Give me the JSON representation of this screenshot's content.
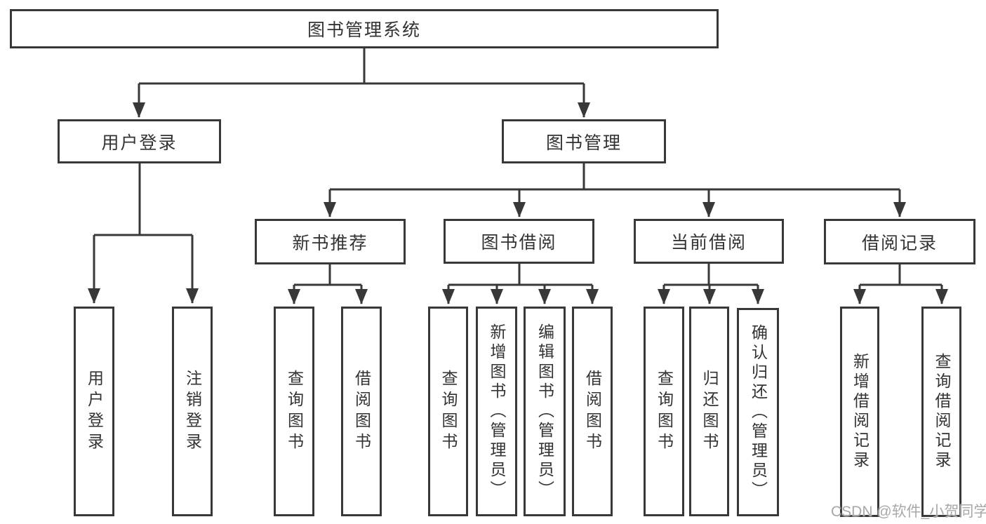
{
  "diagram": {
    "title": "图书管理系统",
    "watermark": "CSDN @软件_小贺同学",
    "colors": {
      "line": "#383838",
      "text": "#333333",
      "background": "#ffffff",
      "watermark": "#a8a8a8"
    },
    "root": {
      "label": "图书管理系统"
    },
    "branches": [
      {
        "label": "用户登录",
        "children": [
          {
            "label": "用户登录"
          },
          {
            "label": "注销登录"
          }
        ]
      },
      {
        "label": "图书管理",
        "children": [
          {
            "label": "新书推荐",
            "children": [
              {
                "label": "查询图书"
              },
              {
                "label": "借阅图书"
              }
            ]
          },
          {
            "label": "图书借阅",
            "children": [
              {
                "label": "查询图书"
              },
              {
                "label": "新增图书（管理员）"
              },
              {
                "label": "编辑图书（管理员）"
              },
              {
                "label": "借阅图书"
              }
            ]
          },
          {
            "label": "当前借阅",
            "children": [
              {
                "label": "查询图书"
              },
              {
                "label": "归还图书"
              },
              {
                "label": "确认归还（管理员）"
              }
            ]
          },
          {
            "label": "借阅记录",
            "children": [
              {
                "label": "新增借阅记录"
              },
              {
                "label": "查询借阅记录"
              }
            ]
          }
        ]
      }
    ]
  }
}
